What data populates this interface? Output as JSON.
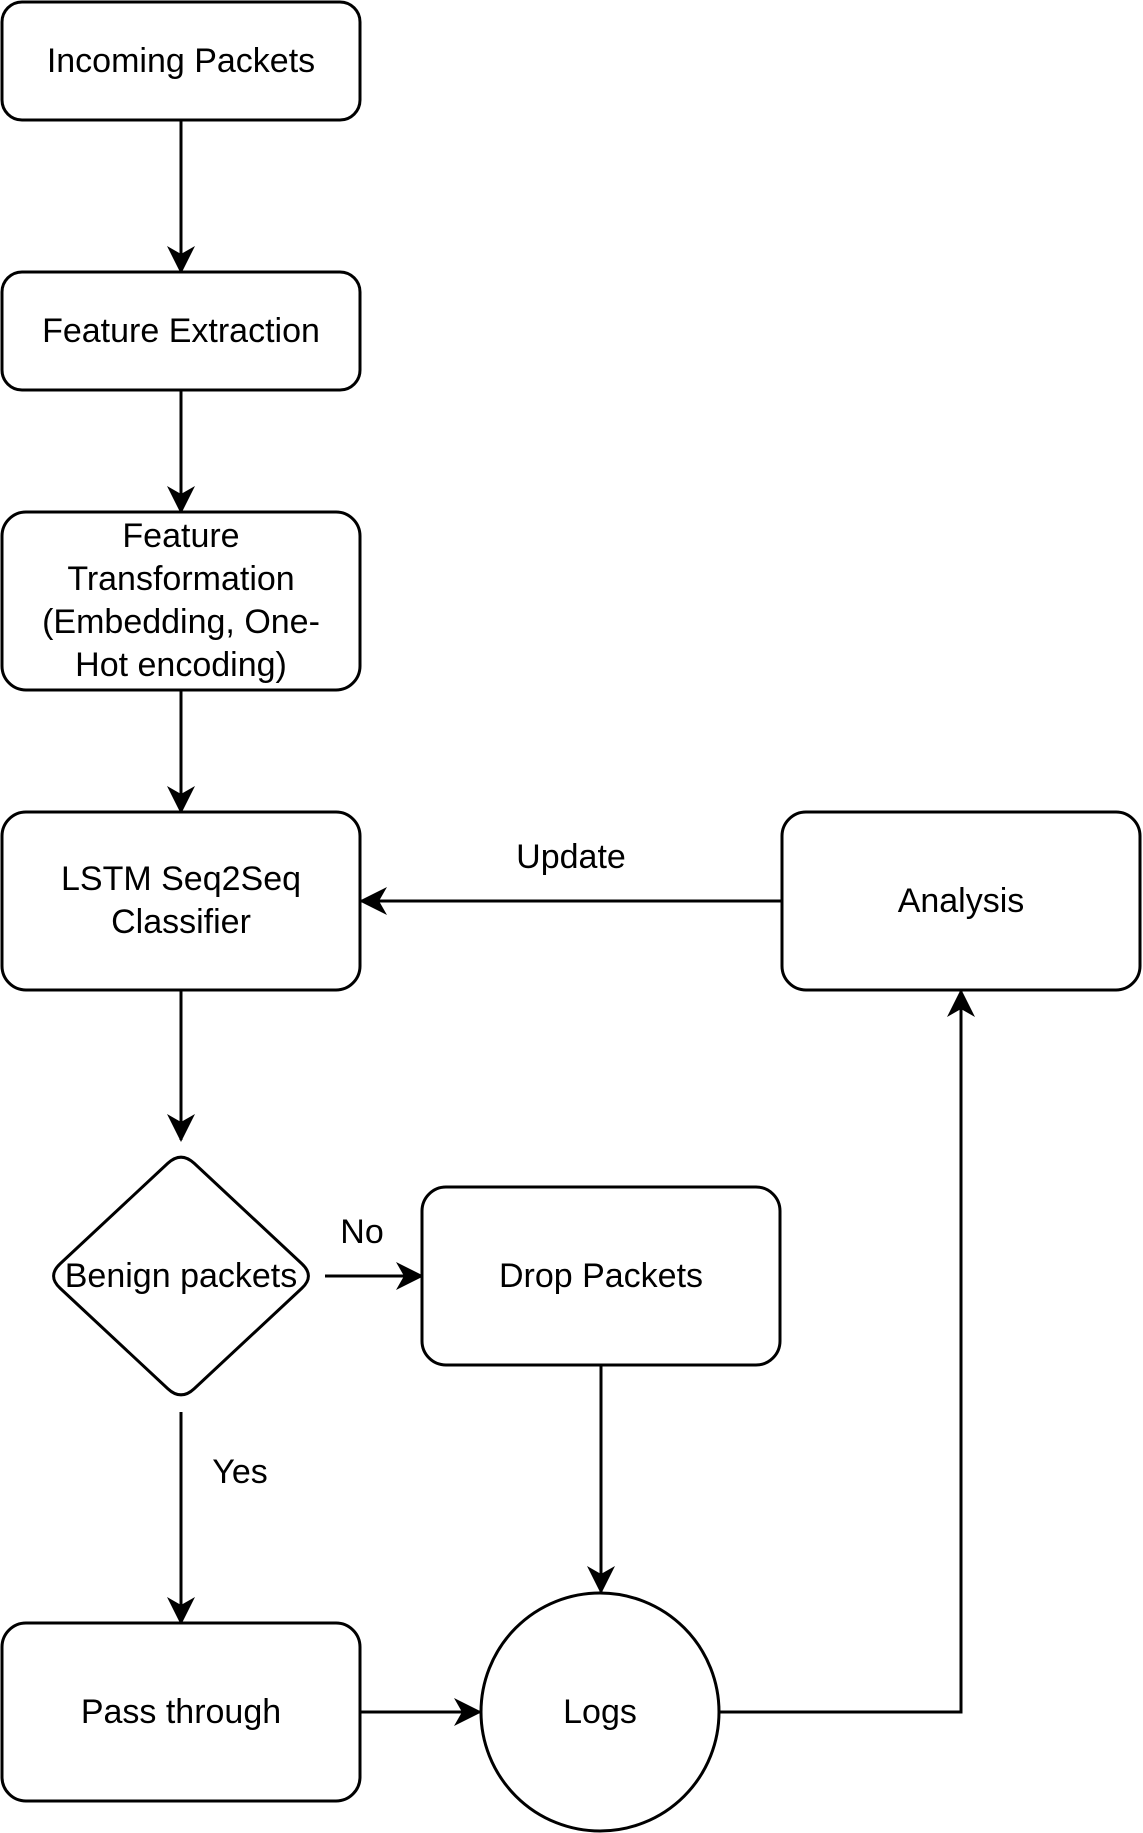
{
  "diagram": {
    "nodes": [
      {
        "id": "incoming",
        "shape": "rounded-rect",
        "label": "Incoming Packets"
      },
      {
        "id": "extract",
        "shape": "rounded-rect",
        "label": "Feature Extraction"
      },
      {
        "id": "transform",
        "shape": "rounded-rect",
        "label": "Feature\nTransformation\n(Embedding, One-\nHot encoding)"
      },
      {
        "id": "lstm",
        "shape": "rounded-rect",
        "label": "LSTM Seq2Seq\nClassifier"
      },
      {
        "id": "analysis",
        "shape": "rounded-rect",
        "label": "Analysis"
      },
      {
        "id": "benign",
        "shape": "diamond",
        "label": "Benign packets"
      },
      {
        "id": "drop",
        "shape": "rounded-rect",
        "label": "Drop Packets"
      },
      {
        "id": "pass",
        "shape": "rounded-rect",
        "label": "Pass through"
      },
      {
        "id": "logs",
        "shape": "circle",
        "label": "Logs"
      }
    ],
    "edges": [
      {
        "id": "e1",
        "from": "incoming",
        "to": "extract",
        "label": ""
      },
      {
        "id": "e2",
        "from": "extract",
        "to": "transform",
        "label": ""
      },
      {
        "id": "e3",
        "from": "transform",
        "to": "lstm",
        "label": ""
      },
      {
        "id": "e4",
        "from": "lstm",
        "to": "benign",
        "label": ""
      },
      {
        "id": "e5",
        "from": "benign",
        "to": "drop",
        "label": "No"
      },
      {
        "id": "e6",
        "from": "benign",
        "to": "pass",
        "label": "Yes"
      },
      {
        "id": "e7",
        "from": "drop",
        "to": "logs",
        "label": ""
      },
      {
        "id": "e8",
        "from": "pass",
        "to": "logs",
        "label": ""
      },
      {
        "id": "e9",
        "from": "logs",
        "to": "analysis",
        "label": ""
      },
      {
        "id": "e10",
        "from": "analysis",
        "to": "lstm",
        "label": "Update"
      }
    ],
    "colors": {
      "stroke": "#000000",
      "fill": "#ffffff",
      "text": "#000000"
    }
  }
}
